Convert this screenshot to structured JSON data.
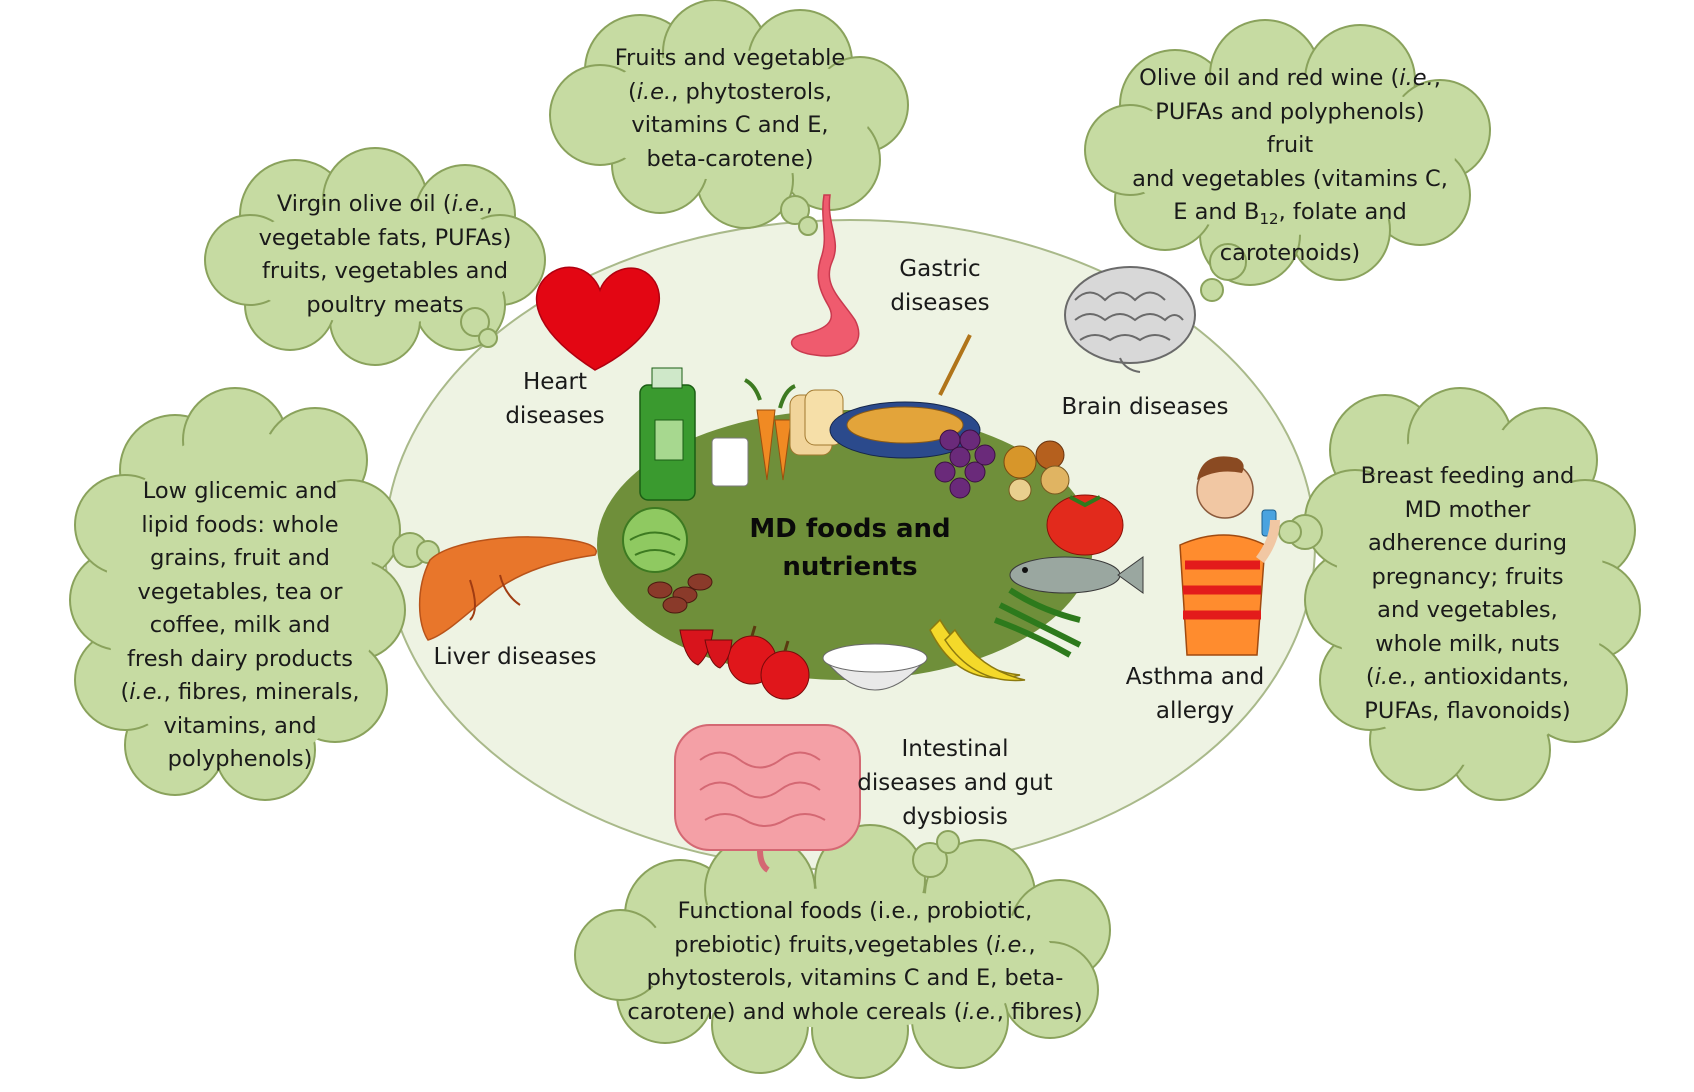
{
  "center": {
    "line1": "MD foods and",
    "line2": "nutrients"
  },
  "diseases": {
    "gastric": {
      "line1": "Gastric",
      "line2": "diseases"
    },
    "heart": {
      "line1": "Heart",
      "line2": "diseases"
    },
    "brain": "Brain diseases",
    "liver": "Liver diseases",
    "asthma": {
      "line1": "Asthma and",
      "line2": "allergy"
    },
    "intestinal": {
      "line1": "Intestinal",
      "line2": "diseases and gut",
      "line3": "dysbiosis"
    }
  },
  "clouds": {
    "top": {
      "line1": "Fruits and vegetable",
      "line2_italic": "i.e.",
      "line2_rest": ", phytosterols,",
      "line3": "vitamins C and E,",
      "line4": "beta-carotene)"
    },
    "top_left": {
      "line1_pre": "Virgin olive oil (",
      "line1_italic": "i.e.",
      "line1_post": ",",
      "line2": "vegetable fats, PUFAs)",
      "line3": "fruits, vegetables and",
      "line4": "poultry meats"
    },
    "top_right": {
      "line1_pre": "Olive oil and red wine (",
      "line1_italic": "i.e.",
      "line1_post": ",",
      "line2": "PUFAs and polyphenols)  fruit",
      "line3": "and vegetables  (vitamins C,",
      "line4_pre": "E and B",
      "line4_sub": "12",
      "line4_post": ", folate and",
      "line5": "carotenoids)"
    },
    "left": {
      "line1": "Low glicemic and",
      "line2": "lipid foods: whole",
      "line3": "grains, fruit and",
      "line4": "vegetables, tea or",
      "line5": "coffee, milk and",
      "line6": "fresh dairy products",
      "line7_italic": "i.e.",
      "line7_rest": ", fibres, minerals,",
      "line8": "vitamins, and",
      "line9": "polyphenols)"
    },
    "right": {
      "line1": "Breast feeding  and",
      "line2": "MD mother",
      "line3": "adherence during",
      "line4": "pregnancy; fruits",
      "line5": "and vegetables,",
      "line6": "whole milk, nuts",
      "line7_italic": "i.e.",
      "line7_rest": ", antioxidants,",
      "line8": "PUFAs, flavonoids)"
    },
    "bottom": {
      "line1": "Functional foods (i.e., probiotic,",
      "line2_pre": "prebiotic) fruits,vegetables  (",
      "line2_italic": "i.e.",
      "line2_post": ",",
      "line3": "phytosterols,  vitamins C and E, beta-",
      "line4_pre": "carotene) and whole cereals (",
      "line4_italic": "i.e.",
      "line4_post": ", fibres)"
    }
  },
  "colors": {
    "outer_ellipse": "#eef3e3",
    "outer_stroke": "#a9b98a",
    "inner_ellipse": "#6f8f3a",
    "cloud_fill": "#c6dba2",
    "cloud_stroke": "#8aa25c",
    "heart": "#e30613",
    "liver": "#e8762b",
    "stomach": "#ef5b6e",
    "brain": "#cfcfcf",
    "intestine": "#f4a0a6"
  }
}
